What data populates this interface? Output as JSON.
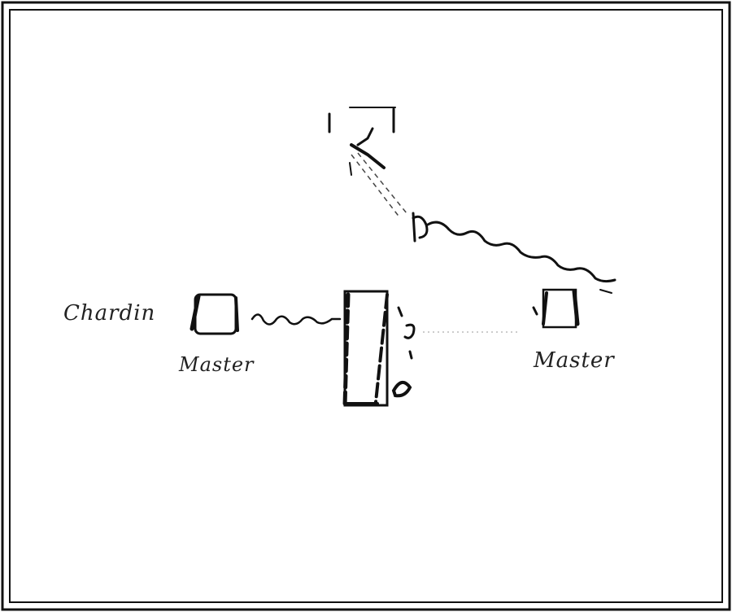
{
  "diagram": {
    "description_labels": {
      "left_input_label": "Chardin",
      "left_caption": "Master",
      "right_caption": "Master"
    },
    "colors": {
      "ink": "#111111",
      "background": "#ffffff",
      "frame": "#222222"
    }
  }
}
